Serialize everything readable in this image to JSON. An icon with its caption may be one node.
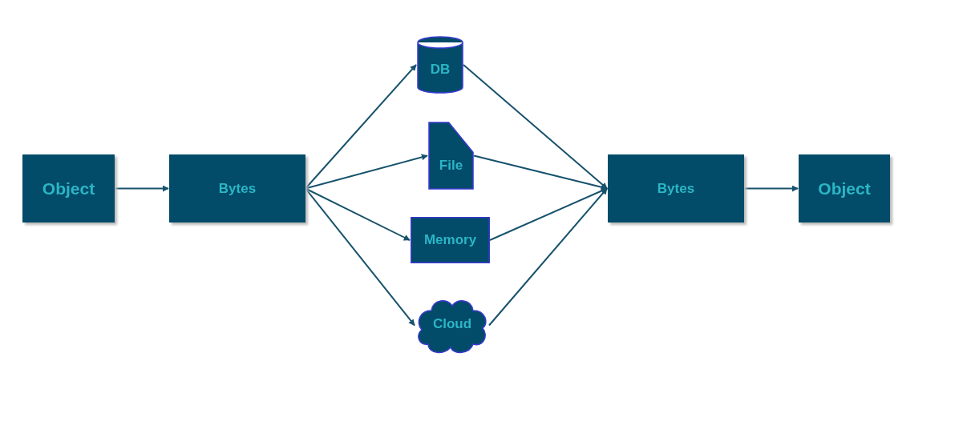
{
  "diagram": {
    "nodes": [
      {
        "text": [
          "Object"
        ]
      },
      {
        "text": [
          "Bytes"
        ]
      },
      {
        "text": [
          "DB"
        ]
      },
      {
        "text": [
          "File"
        ]
      },
      {
        "text": [
          "Memory"
        ]
      },
      {
        "text": [
          "Cloud"
        ]
      },
      {
        "text": [
          "Bytes"
        ]
      },
      {
        "text": [
          "Object"
        ]
      }
    ],
    "edges": [
      {
        "from": 0,
        "to": 1,
        "arrow": "to"
      },
      {
        "from": 1,
        "to": 2,
        "arrow": "to"
      },
      {
        "from": 1,
        "to": 3,
        "arrow": "to"
      },
      {
        "from": 1,
        "to": 4,
        "arrow": "to"
      },
      {
        "from": 1,
        "to": 5,
        "arrow": "to"
      },
      {
        "from": 2,
        "to": 6,
        "arrow": "to"
      },
      {
        "from": 3,
        "to": 6,
        "arrow": "to"
      },
      {
        "from": 4,
        "to": 6,
        "arrow": "to"
      },
      {
        "from": 5,
        "to": 6,
        "arrow": "to"
      },
      {
        "from": 6,
        "to": 7,
        "arrow": "to"
      }
    ]
  }
}
